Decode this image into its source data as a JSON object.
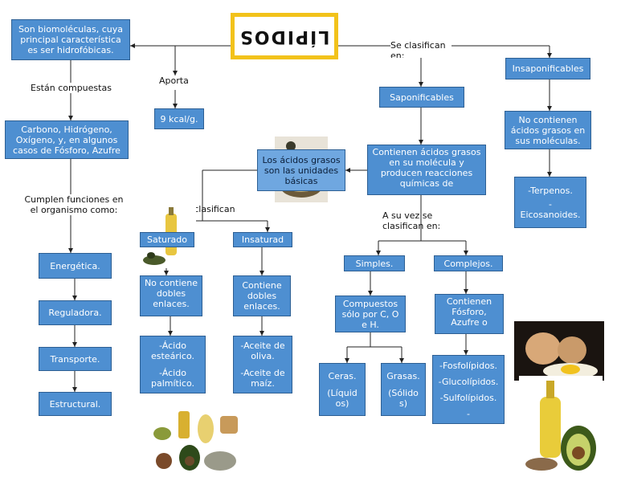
{
  "title": "LÍPIDOS",
  "boxes": {
    "definition": "Son biomoléculas, cuya principal característica es ser hidrofóbicas.",
    "composition": "Carbono, Hidrógeno, Oxígeno, y, en algunos casos de Fósforo, Azufre",
    "energy": "9 kcal/g.",
    "fn_energetica": "Energética.",
    "fn_reguladora": "Reguladora.",
    "fn_transporte": "Transporte.",
    "fn_estructural": "Estructural.",
    "saponificables": "Saponificables",
    "insaponificables": "Insaponificables",
    "contienen_acidos": "Contienen ácidos grasos en su molécula y producen reacciones químicas de",
    "no_contienen": "No contienen ácidos grasos en sus moléculas.",
    "terpenos": "-Terpenos.",
    "dash": "-",
    "eicosanoides": "Eicosanoides.",
    "acidos_grasos": "Los ácidos grasos son las unidades básicas",
    "saturado": "Saturado",
    "insaturado": "Insaturad",
    "no_dobles": "No contiene dobles enlaces.",
    "contiene_dobles": "Contiene dobles enlaces.",
    "acido_estearico": "-Ácido esteárico.",
    "acido_palmitico": "-Ácido palmítico.",
    "aceite_oliva": "-Aceite de oliva.",
    "aceite_maiz": "-Aceite de maíz.",
    "simples": "Simples.",
    "complejos": "Complejos.",
    "compuestos": "Compuestos sólo por C, O e H.",
    "contienen_fosforo": "Contienen Fósforo, Azufre o",
    "ceras": "Ceras.",
    "ceras_sub": "(Líquid os)",
    "grasas": "Grasas.",
    "grasas_sub": "(Sólido s)",
    "fosfolipidos": "-Fosfolípidos.",
    "glucolipidos": "-Glucolípidos.",
    "sulfolipidos": "-Sulfolípidos.",
    "dash2": "-"
  },
  "labels": {
    "estan_compuestas": "Están compuestas",
    "aporta": "Aporta",
    "se_clasifican_top": "Se clasifican en:",
    "cumplen": "Cumplen funciones en el organismo como:",
    "se_clasifican_left": "Se clasifican",
    "su_vez": "A su vez se clasifican en:"
  },
  "colors": {
    "box_fill": "#4e8fd1",
    "box_border": "#2d5f93",
    "title_border": "#f2c21b"
  }
}
